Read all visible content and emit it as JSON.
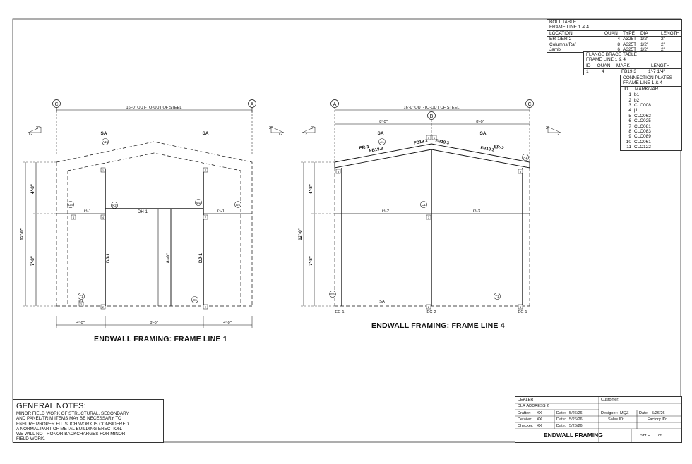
{
  "bolt_table": {
    "title": "BOLT TABLE",
    "subtitle": "FRAME LINE 1 & 4",
    "headers": [
      "LOCATION",
      "QUAN",
      "TYPE",
      "DIA",
      "LENGTH"
    ],
    "rows": [
      [
        "ER-1/ER-2",
        "4",
        "A325T",
        "1/2\"",
        "2\""
      ],
      [
        "Columns/Raf",
        "8",
        "A325T",
        "1/2\"",
        "2\""
      ],
      [
        "Jamb",
        "6",
        "A325T",
        "1/2\"",
        "2\""
      ]
    ]
  },
  "flange_table": {
    "title": "FLANGE BRACE TABLE",
    "subtitle": "FRAME LINE 1 & 4",
    "headers": [
      "ID",
      "QUAN",
      "MARK",
      "LENGTH"
    ],
    "rows": [
      [
        "1",
        "4",
        "FB19.3",
        "1'-7 1/4\""
      ]
    ]
  },
  "plates_table": {
    "title": "CONNECTION PLATES",
    "subtitle": "FRAME LINE 1 & 4",
    "headers": [
      "ID",
      "MARK/PART"
    ],
    "rows": [
      [
        "1",
        "b1"
      ],
      [
        "2",
        "b2"
      ],
      [
        "3",
        "CLC008"
      ],
      [
        "4",
        "j1"
      ],
      [
        "5",
        "CLC062"
      ],
      [
        "6",
        "CLC025"
      ],
      [
        "7",
        "CLC081"
      ],
      [
        "8",
        "CLC083"
      ],
      [
        "9",
        "CLC089"
      ],
      [
        "10",
        "CLC061"
      ],
      [
        "11",
        "CLC122"
      ]
    ]
  },
  "frame1": {
    "title": "ENDWALL FRAMING: FRAME LINE 1",
    "grid_left": "C",
    "grid_right": "A",
    "overall_dim": "16'-0\"   OUT-TO-OUT OF STEEL",
    "slope_left_rise": "2\"",
    "slope_left_run": "12",
    "slope_right_rise": "2\"",
    "slope_right_run": "12",
    "sa_left": "SA",
    "sa_right": "SA",
    "sa_bottom": "SA",
    "dim_upper": "4'-8\"",
    "dim_total": "12'-0\"",
    "dim_lower": "7'-8\"",
    "dim_door": "8'-0\"",
    "bottom_dims": [
      "4'-0\"",
      "8'-0\"",
      "4'-0\""
    ],
    "girts": [
      "G-1",
      "DH-1",
      "G-1"
    ],
    "jambs": [
      "DJ-1",
      "DJ-1"
    ],
    "tags": [
      "A15",
      "D4",
      "K2",
      "M1",
      "D4",
      "T1",
      "E6"
    ],
    "clips": [
      "1",
      "4",
      "4",
      "7",
      "7",
      "2",
      "2",
      "2"
    ]
  },
  "frame4": {
    "title": "ENDWALL FRAMING: FRAME LINE 4",
    "grid_left": "A",
    "grid_mid": "B",
    "grid_right": "C",
    "overall_dim": "16'-0\"   OUT-TO-OUT OF STEEL",
    "half_dims": [
      "8'-0\"",
      "8'-0\""
    ],
    "slope_left_rise": "2\"",
    "slope_left_run": "12",
    "slope_right_rise": "2\"",
    "slope_right_run": "12",
    "sa_left": "SA",
    "sa_right": "SA",
    "sa_bottom": "SA",
    "rafters": [
      "ER-1",
      "ER-2"
    ],
    "flange_left": "FB19.3",
    "flange_right": "FB19.3",
    "flange_ridge_left": "FB19.3",
    "flange_ridge_right": "FB19.3",
    "dim_upper": "4'-8\"",
    "dim_total": "12'-0\"",
    "dim_lower": "7'-8\"",
    "girts": [
      "G-2",
      "G-3"
    ],
    "columns": [
      "EC-1",
      "EC-2",
      "EC-1"
    ],
    "tags": [
      "A1",
      "A1",
      "C1",
      "E6",
      "T1"
    ],
    "clips": [
      "8",
      "5",
      "6",
      "2",
      "3",
      "3",
      "4"
    ]
  },
  "notes": {
    "title": "GENERAL NOTES:",
    "lines": [
      "MINOR FIELD WORK OF STRUCTURAL, SECONDARY",
      "AND PANEL/TRIM ITEMS MAY BE NECESSARY TO",
      "ENSURE PROPER FIT. SUCH WORK IS CONSIDERED",
      "A NORMAL PART OF METAL BUILDING ERECTION.",
      "WE WILL NOT HONOR BACKCHARGES FOR MINOR",
      "FIELD WORK."
    ]
  },
  "title_block": {
    "dealer": "DEALER",
    "customer": "Customer:",
    "address": "DLR ADDRESS 2",
    "drafter_label": "Drafter:",
    "drafter": "XX",
    "detailer_label": "Detailer:",
    "detailer": "XX",
    "checker_label": "Checker:",
    "checker": "XX",
    "date_label": "Date:",
    "date": "5/26/26",
    "designer_label": "Designer:",
    "designer": "MQZ",
    "sales_label": "Sales ID:",
    "factory_label": "Factory ID:",
    "sheet_title": "ENDWALL FRAMING",
    "sheet_label": "Sht E",
    "of_label": "of"
  }
}
